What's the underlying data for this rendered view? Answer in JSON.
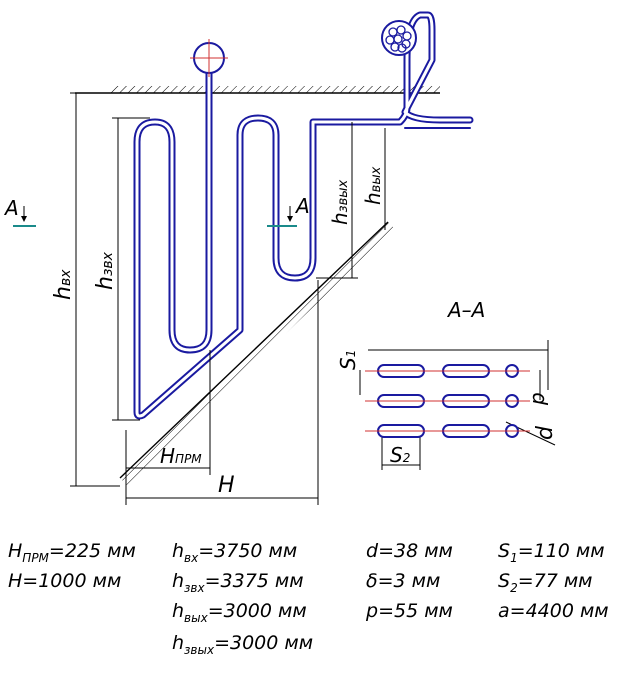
{
  "section_title": "A–A",
  "labels": {
    "section_mark": "A",
    "h_in": "h",
    "h_in_sub": "вх",
    "h_scr_in": "h",
    "h_scr_in_sub": "звх",
    "h_out": "h",
    "h_out_sub": "вых",
    "h_scr_out": "h",
    "h_scr_out_sub": "звых",
    "H": "H",
    "H_prm": "H",
    "H_prm_sub": "ПРМ",
    "S1": "S",
    "S1_sub": "1",
    "S2": "S",
    "S2_sub": "2",
    "p": "p",
    "d": "d"
  },
  "parameters": {
    "col1": [
      {
        "sym": "H",
        "sub": "ПРМ",
        "val": "=225 мм"
      },
      {
        "sym": "H",
        "sub": "",
        "val": "=1000 мм"
      }
    ],
    "col2": [
      {
        "sym": "h",
        "sub": "вх",
        "val": "=3750 мм"
      },
      {
        "sym": "h",
        "sub": "звх",
        "val": "=3375 мм"
      },
      {
        "sym": "h",
        "sub": "вых",
        "val": "=3000 мм"
      },
      {
        "sym": "h",
        "sub": "звых",
        "val": "=3000 мм"
      }
    ],
    "col3": [
      {
        "sym": "d",
        "sub": "",
        "val": "=38 мм"
      },
      {
        "sym": "δ",
        "sub": "",
        "val": "=3 мм"
      },
      {
        "sym": "p",
        "sub": "",
        "val": "=55 мм"
      }
    ],
    "col4": [
      {
        "sym": "S",
        "sub": "1",
        "val": "=110 мм"
      },
      {
        "sym": "S",
        "sub": "2",
        "val": "=77 мм"
      },
      {
        "sym": "a",
        "sub": "",
        "val": "=4400 мм"
      }
    ]
  },
  "colors": {
    "pipe": "#1a1aa0",
    "pipe_inner": "#5a5ad8",
    "drawing": "#000000",
    "axis": "#d23030",
    "section_marker": "#1a8a8a"
  }
}
